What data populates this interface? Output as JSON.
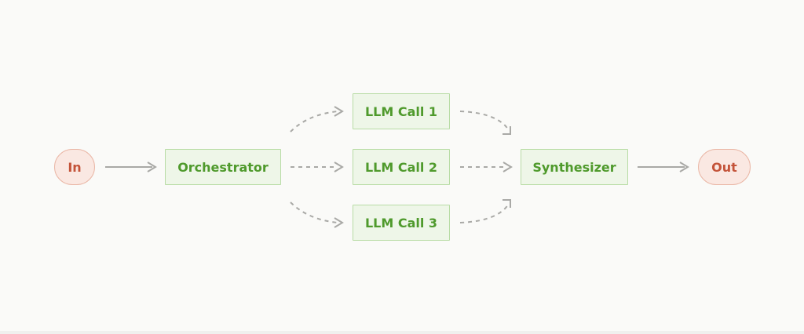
{
  "colors": {
    "background": "#fafaf8",
    "terminal_fill": "#fae8e2",
    "terminal_border": "#eab7a6",
    "terminal_text": "#c4543a",
    "process_fill": "#eef6e8",
    "process_border": "#b8dca5",
    "process_text": "#4f9a2c",
    "arrow": "#a9a9a6"
  },
  "diagram": {
    "nodes": {
      "in": {
        "label": "In",
        "kind": "terminal"
      },
      "orchestrator": {
        "label": "Orchestrator",
        "kind": "process"
      },
      "llm_call_1": {
        "label": "LLM Call 1",
        "kind": "process"
      },
      "llm_call_2": {
        "label": "LLM Call 2",
        "kind": "process"
      },
      "llm_call_3": {
        "label": "LLM Call 3",
        "kind": "process"
      },
      "synthesizer": {
        "label": "Synthesizer",
        "kind": "process"
      },
      "out": {
        "label": "Out",
        "kind": "terminal"
      }
    },
    "edges": [
      {
        "from": "in",
        "to": "orchestrator",
        "style": "solid"
      },
      {
        "from": "orchestrator",
        "to": "llm_call_1",
        "style": "dashed"
      },
      {
        "from": "orchestrator",
        "to": "llm_call_2",
        "style": "dashed"
      },
      {
        "from": "orchestrator",
        "to": "llm_call_3",
        "style": "dashed"
      },
      {
        "from": "llm_call_1",
        "to": "synthesizer",
        "style": "dashed"
      },
      {
        "from": "llm_call_2",
        "to": "synthesizer",
        "style": "dashed"
      },
      {
        "from": "llm_call_3",
        "to": "synthesizer",
        "style": "dashed"
      },
      {
        "from": "synthesizer",
        "to": "out",
        "style": "solid"
      }
    ]
  }
}
